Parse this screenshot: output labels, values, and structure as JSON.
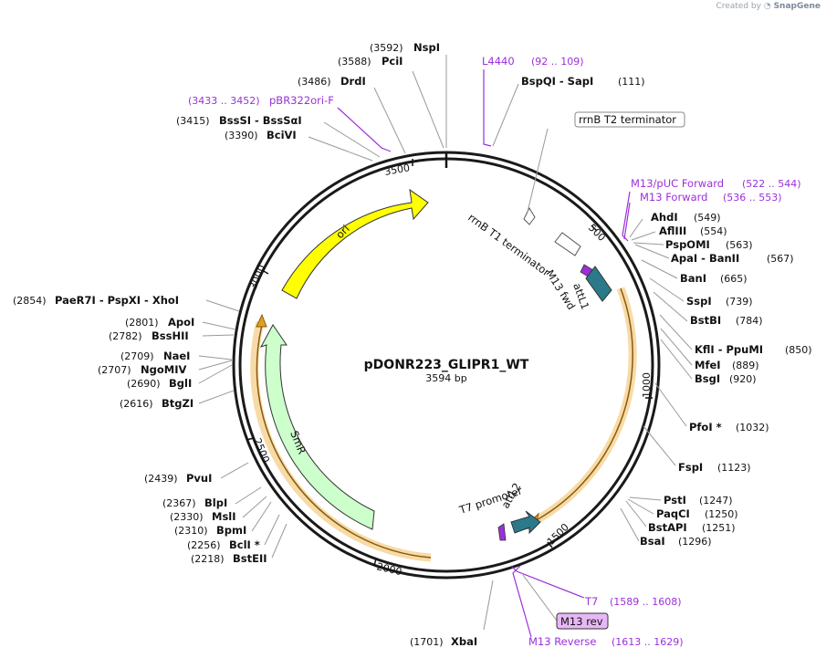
{
  "credit": {
    "prefix": "Created by",
    "brand": "SnapGene"
  },
  "plasmid": {
    "name": "pDONR223_GLIPR1_WT",
    "length_label": "3594 bp",
    "length": 3594
  },
  "colors": {
    "backbone": "#1a1a1a",
    "ori": "#ffff00",
    "smr": "#ccffcc",
    "attL": "#2b7a8c",
    "arc": "#e0a020",
    "primer": "#9b30d9"
  },
  "ticks": [
    {
      "label": "500",
      "pos": 500
    },
    {
      "label": "1000",
      "pos": 1000
    },
    {
      "label": "1500",
      "pos": 1500
    },
    {
      "label": "2000",
      "pos": 2000
    },
    {
      "label": "2500",
      "pos": 2500
    },
    {
      "label": "3000",
      "pos": 3000
    },
    {
      "label": "3500",
      "pos": 3500
    }
  ],
  "sites": [
    {
      "num": "(3592)",
      "name": "NspI",
      "pos": 3592
    },
    {
      "num": "(3588)",
      "name": "PciI",
      "pos": 3588
    },
    {
      "num": "(3486)",
      "name": "DrdI",
      "pos": 3486
    },
    {
      "num": "(3415)",
      "name": "BssSI  -  BssSαI",
      "pos": 3415
    },
    {
      "num": "(3390)",
      "name": "BciVI",
      "pos": 3390
    },
    {
      "num": "(111)",
      "name": "BspQI  -  SapI",
      "pos": 111
    },
    {
      "num": "(549)",
      "name": "AhdI",
      "pos": 549
    },
    {
      "num": "(554)",
      "name": "AflIII",
      "pos": 554
    },
    {
      "num": "(563)",
      "name": "PspOMI",
      "pos": 563
    },
    {
      "num": "(567)",
      "name": "ApaI  -  BanII",
      "pos": 567
    },
    {
      "num": "(665)",
      "name": "BanI",
      "pos": 665
    },
    {
      "num": "(739)",
      "name": "SspI",
      "pos": 739
    },
    {
      "num": "(784)",
      "name": "BstBI",
      "pos": 784
    },
    {
      "num": "(850)",
      "name": "KflI  -  PpuMI",
      "pos": 850
    },
    {
      "num": "(889)",
      "name": "MfeI",
      "pos": 889
    },
    {
      "num": "(920)",
      "name": "BsgI",
      "pos": 920
    },
    {
      "num": "(1032)",
      "name": "PfoI *",
      "pos": 1032
    },
    {
      "num": "(1123)",
      "name": "FspI",
      "pos": 1123
    },
    {
      "num": "(1247)",
      "name": "PstI",
      "pos": 1247
    },
    {
      "num": "(1250)",
      "name": "PaqCI",
      "pos": 1250
    },
    {
      "num": "(1251)",
      "name": "BstAPI",
      "pos": 1251
    },
    {
      "num": "(1296)",
      "name": "BsaI",
      "pos": 1296
    },
    {
      "num": "(1701)",
      "name": "XbaI",
      "pos": 1701
    },
    {
      "num": "(2854)",
      "name": "PaeR7I  -  PspXI  -  XhoI",
      "pos": 2854
    },
    {
      "num": "(2801)",
      "name": "ApoI",
      "pos": 2801
    },
    {
      "num": "(2782)",
      "name": "BssHII",
      "pos": 2782
    },
    {
      "num": "(2709)",
      "name": "NaeI",
      "pos": 2709
    },
    {
      "num": "(2707)",
      "name": "NgoMIV",
      "pos": 2707
    },
    {
      "num": "(2690)",
      "name": "BglI",
      "pos": 2690
    },
    {
      "num": "(2616)",
      "name": "BtgZI",
      "pos": 2616
    },
    {
      "num": "(2439)",
      "name": "PvuI",
      "pos": 2439
    },
    {
      "num": "(2367)",
      "name": "BlpI",
      "pos": 2367
    },
    {
      "num": "(2330)",
      "name": "MslI",
      "pos": 2330
    },
    {
      "num": "(2310)",
      "name": "BpmI",
      "pos": 2310
    },
    {
      "num": "(2256)",
      "name": "BclI *",
      "pos": 2256
    },
    {
      "num": "(2218)",
      "name": "BstEII",
      "pos": 2218
    }
  ],
  "primers": [
    {
      "name": "L4440",
      "range": "(92 .. 109)"
    },
    {
      "name": "pBR322ori-F",
      "range": "(3433 .. 3452)"
    },
    {
      "name": "M13/pUC Forward",
      "range": "(522 .. 544)"
    },
    {
      "name": "M13 Forward",
      "range": "(536 .. 553)"
    },
    {
      "name": "T7",
      "range": "(1589 .. 1608)"
    },
    {
      "name": "M13 Reverse",
      "range": "(1613 .. 1629)"
    }
  ],
  "boxes": [
    {
      "name": "rrnB T2 terminator"
    },
    {
      "name": "M13 rev"
    }
  ],
  "features": [
    {
      "name": "ori"
    },
    {
      "name": "SmR"
    },
    {
      "name": "rrnB T1 terminator"
    },
    {
      "name": "M13 fwd"
    },
    {
      "name": "attL1"
    },
    {
      "name": "T7 promoter"
    },
    {
      "name": "attL2"
    }
  ]
}
